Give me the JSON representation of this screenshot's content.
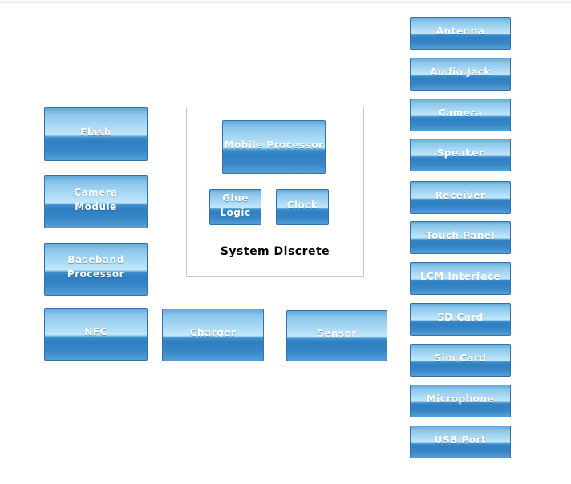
{
  "colors": {
    "block_border": "#3a70a8",
    "block_gradient_top": "#a6d7f3",
    "block_gradient_bottom": "#2e7fc2",
    "block_text": "#ffffff",
    "group_border": "#c9c9c9",
    "group_label_text": "#000000",
    "background": "#ffffff"
  },
  "left_column": {
    "items": [
      {
        "label": "Flash"
      },
      {
        "label": "Camera Module"
      },
      {
        "label": "Baseband Processor"
      },
      {
        "label": "NFC"
      }
    ]
  },
  "system_discrete": {
    "label": "System Discrete",
    "nodes": [
      {
        "label": "Mobile Processor"
      },
      {
        "label": "Glue Logic"
      },
      {
        "label": "Clock"
      }
    ]
  },
  "bottom_row": {
    "items": [
      {
        "label": "Charger"
      },
      {
        "label": "Sensor"
      }
    ]
  },
  "right_column": {
    "items": [
      {
        "label": "Antenna"
      },
      {
        "label": "Audio Jack"
      },
      {
        "label": "Camera"
      },
      {
        "label": "Speaker"
      },
      {
        "label": "Receiver"
      },
      {
        "label": "Touch Panel"
      },
      {
        "label": "LCM Interface"
      },
      {
        "label": "SD Card"
      },
      {
        "label": "Sim Card"
      },
      {
        "label": "Microphone"
      },
      {
        "label": "USB Port"
      }
    ]
  }
}
